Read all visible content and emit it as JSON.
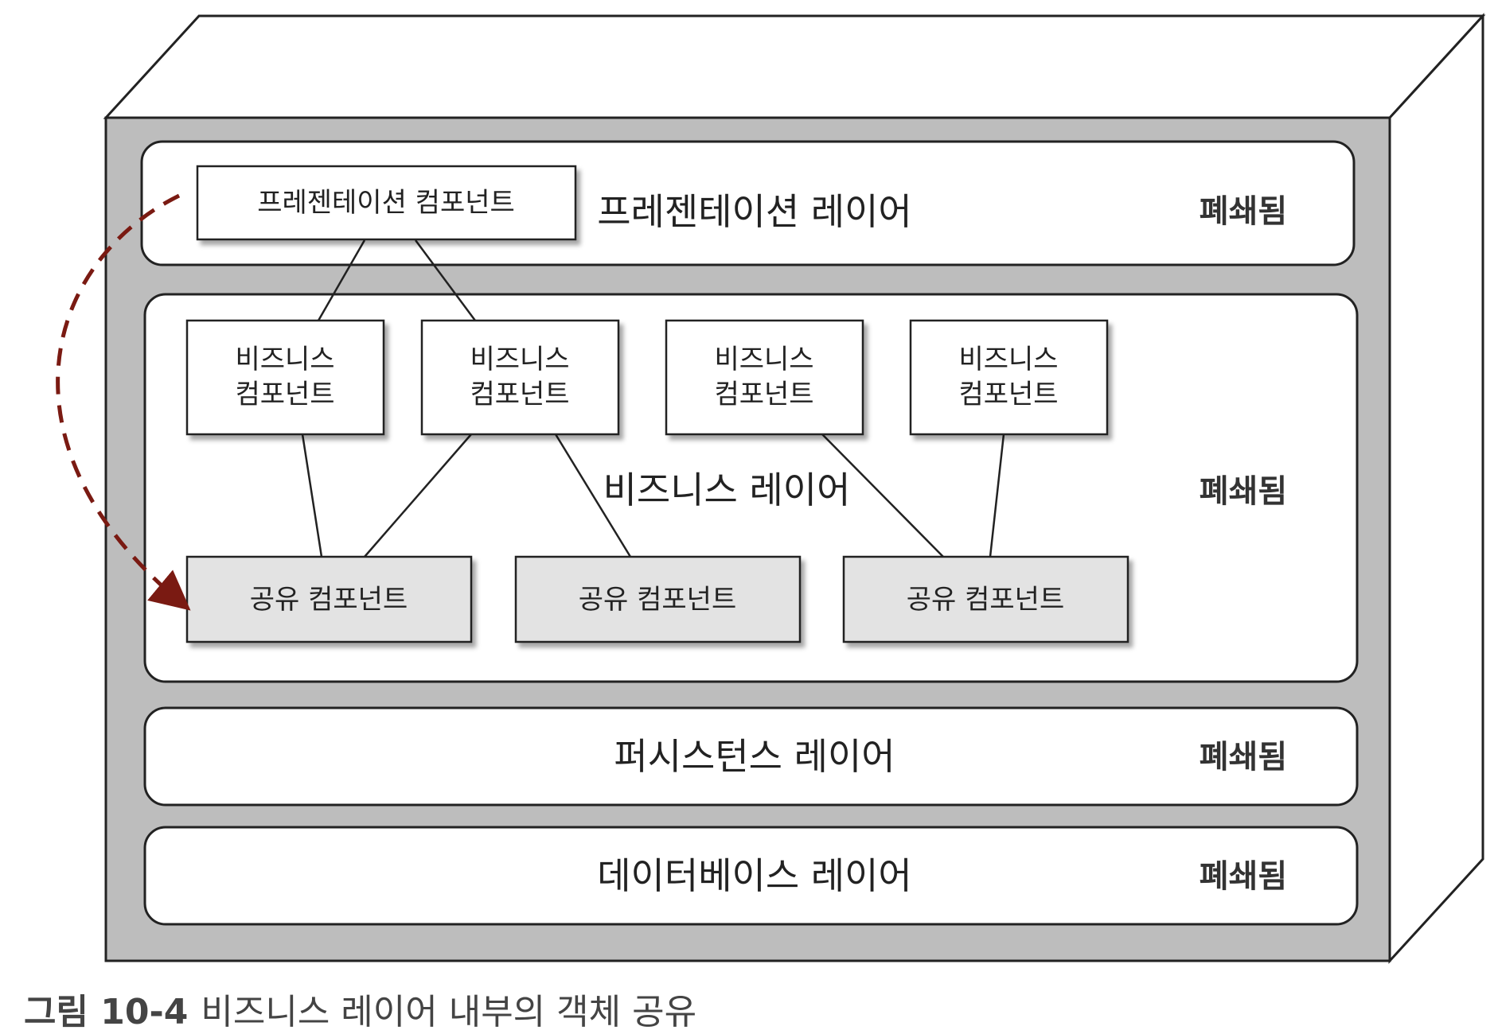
{
  "layers": {
    "presentation": {
      "label": "프레젠테이션 레이어",
      "status": "폐쇄됨"
    },
    "business": {
      "label": "비즈니스 레이어",
      "status": "폐쇄됨"
    },
    "persistence": {
      "label": "퍼시스턴스 레이어",
      "status": "폐쇄됨"
    },
    "database": {
      "label": "데이터베이스 레이어",
      "status": "폐쇄됨"
    }
  },
  "components": {
    "presentation": "프레젠테이션 컴포넌트",
    "business": [
      {
        "line1": "비즈니스",
        "line2": "컴포넌트"
      },
      {
        "line1": "비즈니스",
        "line2": "컴포넌트"
      },
      {
        "line1": "비즈니스",
        "line2": "컴포넌트"
      },
      {
        "line1": "비즈니스",
        "line2": "컴포넌트"
      }
    ],
    "shared": [
      "공유 컴포넌트",
      "공유 컴포넌트",
      "공유 컴포넌트"
    ]
  },
  "colors": {
    "frame": "#bdbdbd",
    "shared_fill": "#e3e3e3",
    "arrow": "#7a1a12"
  },
  "caption": {
    "number": "그림 10-4",
    "text": "비즈니스 레이어 내부의 객체 공유"
  }
}
